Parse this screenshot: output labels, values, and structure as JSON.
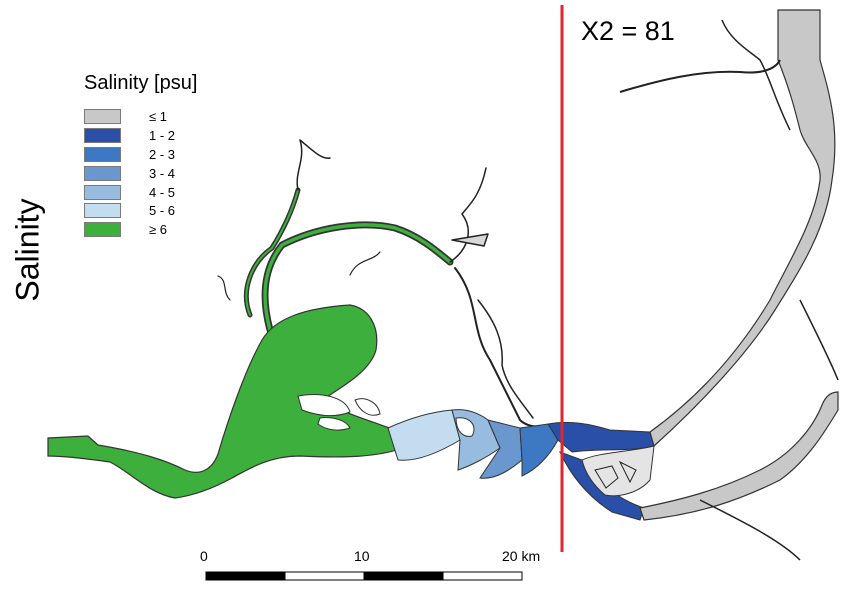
{
  "side_label": "Salinity",
  "legend": {
    "title": "Salinity [psu]",
    "items": [
      {
        "label": "≤ 1",
        "color": "#c8c8c8"
      },
      {
        "label": "1 - 2",
        "color": "#2a4fa8"
      },
      {
        "label": "2 - 3",
        "color": "#3d78c2"
      },
      {
        "label": "3 - 4",
        "color": "#6b97cf"
      },
      {
        "label": "4 - 5",
        "color": "#98bce0"
      },
      {
        "label": "5 - 6",
        "color": "#c3dcf0"
      },
      {
        "label": "≥ 6",
        "color": "#3daf3d"
      }
    ]
  },
  "marker": {
    "label": "X2 = 81",
    "color": "#e0262e"
  },
  "scale_bar": {
    "labels": [
      "0",
      "10",
      "20 km"
    ]
  },
  "colors": {
    "water_outline": "#333333",
    "bay": "#3daf3d"
  }
}
